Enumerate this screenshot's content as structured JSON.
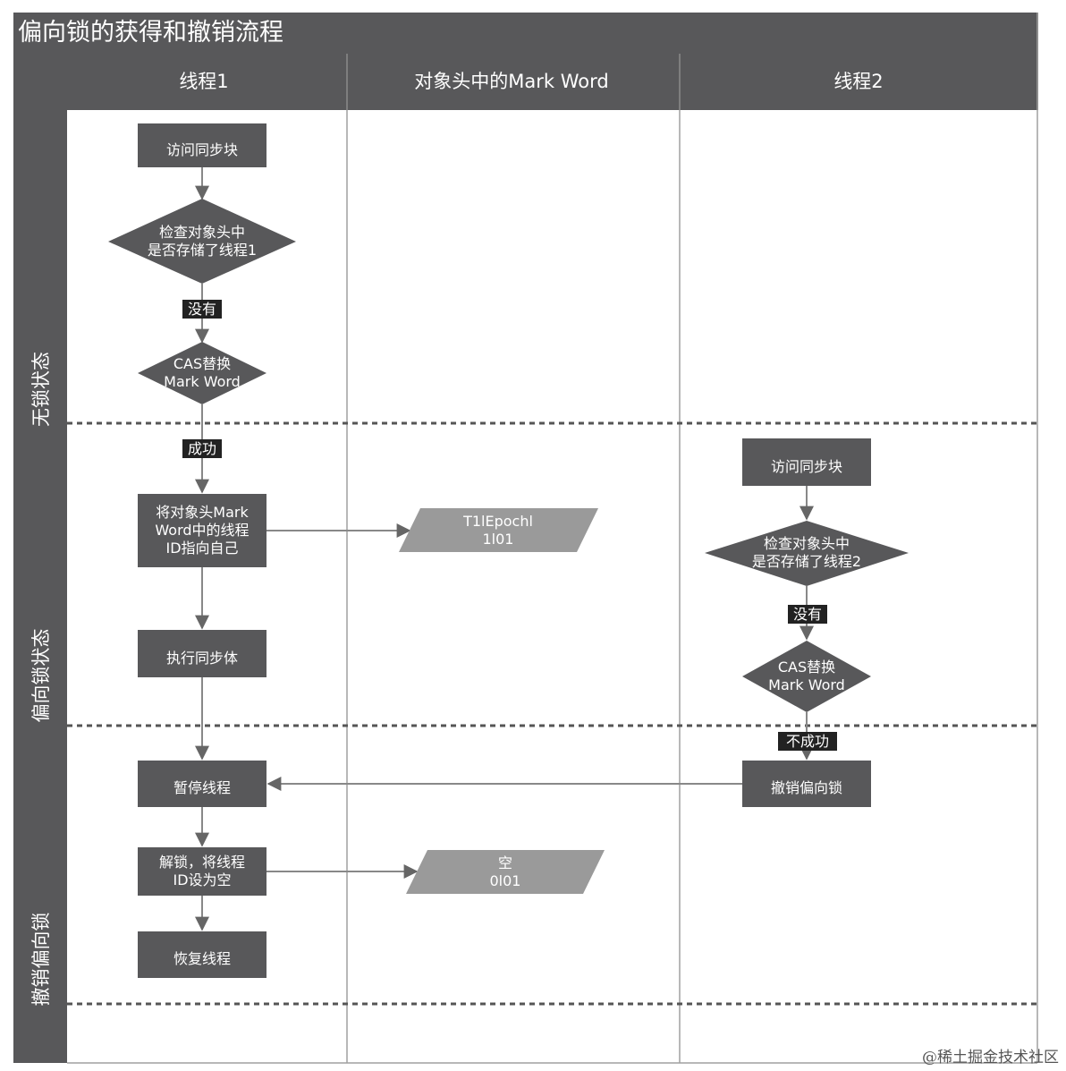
{
  "title": "偏向锁的获得和撤销流程",
  "columns": [
    "线程1",
    "对象头中的Mark Word",
    "线程2"
  ],
  "lanes": [
    "无锁状态",
    "偏向锁状态",
    "撤销偏向锁"
  ],
  "colors": {
    "header": "#58585a",
    "node": "#58585a",
    "data_node": "#9a9a9a",
    "line": "#888888",
    "divider": "#555555",
    "label_bg": "#222222"
  },
  "nodes": {
    "t1_access": "访问同步块",
    "t1_check": "检查对象头中\n是否存储了线程1",
    "t1_cas": "CAS替换\nMark Word",
    "t1_set": "将对象头Mark\nWord中的线程\nID指向自己",
    "t1_exec": "执行同步体",
    "t1_pause": "暂停线程",
    "t1_unlock": "解锁，将线程\nID设为空",
    "t1_resume": "恢复线程",
    "mw_biased": "T1lEpochl\n1l01",
    "mw_empty": "空\n0l01",
    "t2_access": "访问同步块",
    "t2_check": "检查对象头中\n是否存储了线程2",
    "t2_cas": "CAS替换\nMark Word",
    "t2_revoke": "撤销偏向锁"
  },
  "edge_labels": {
    "t1_no": "没有",
    "t1_success": "成功",
    "t2_no": "没有",
    "t2_fail": "不成功"
  },
  "watermark": "@稀土掘金技术社区"
}
